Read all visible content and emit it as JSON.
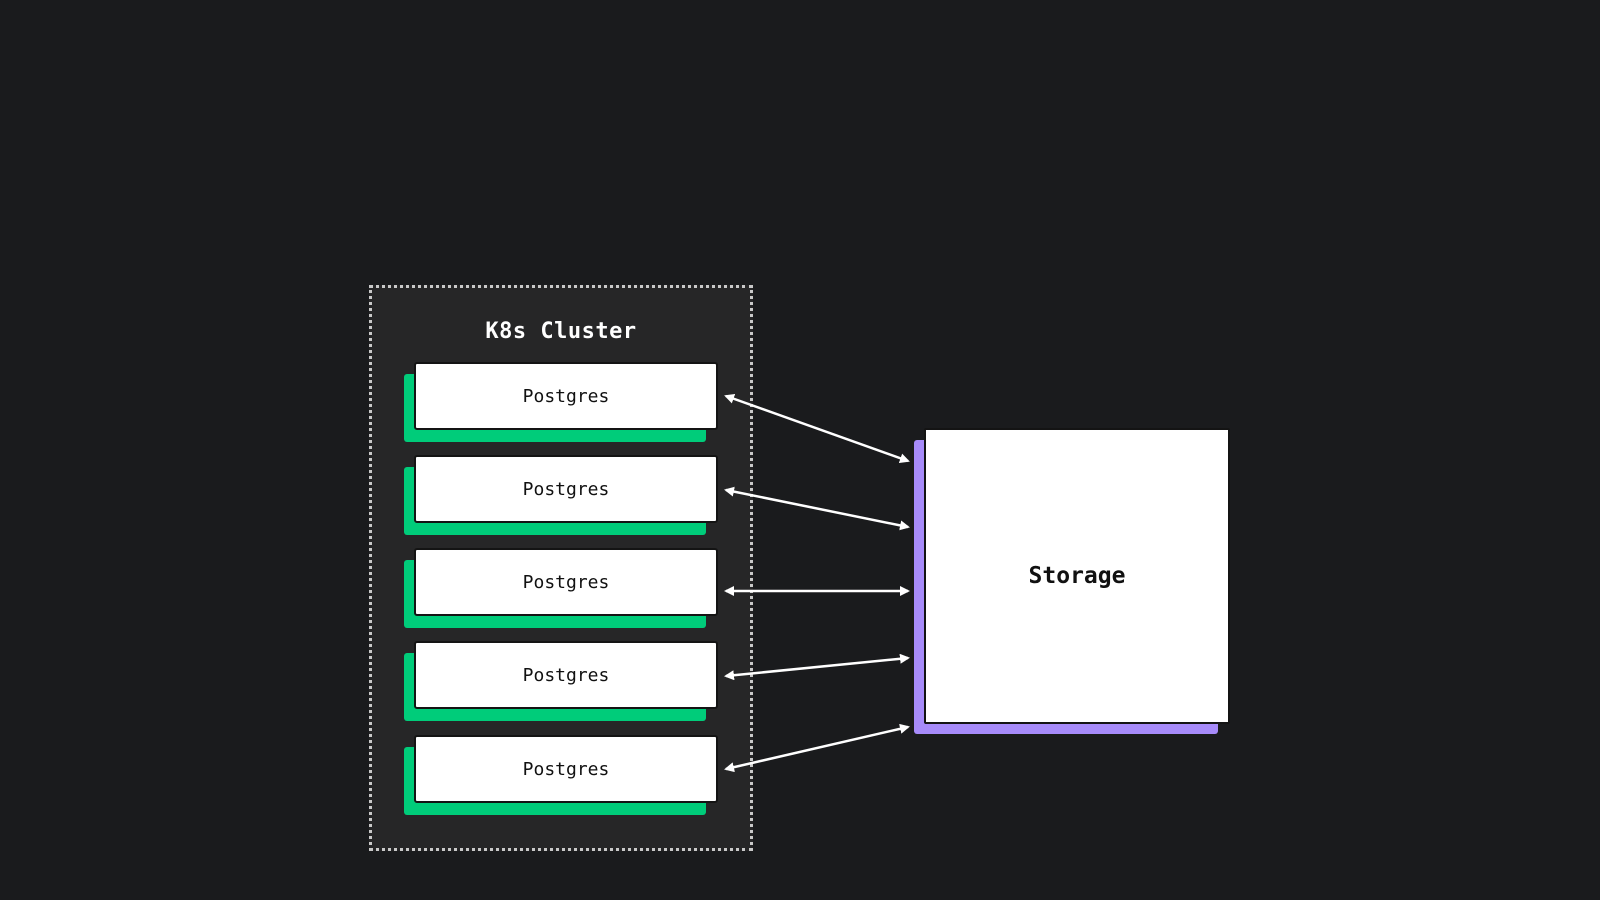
{
  "cluster": {
    "title": "K8s Cluster"
  },
  "nodes": [
    {
      "label": "Postgres"
    },
    {
      "label": "Postgres"
    },
    {
      "label": "Postgres"
    },
    {
      "label": "Postgres"
    },
    {
      "label": "Postgres"
    }
  ],
  "storage": {
    "label": "Storage"
  },
  "colors": {
    "background": "#1a1b1d",
    "cluster_fill": "#262627",
    "node_accent": "#00cc7a",
    "storage_accent": "#a78bfa",
    "box_fill": "#ffffff",
    "arrow": "#ffffff"
  }
}
